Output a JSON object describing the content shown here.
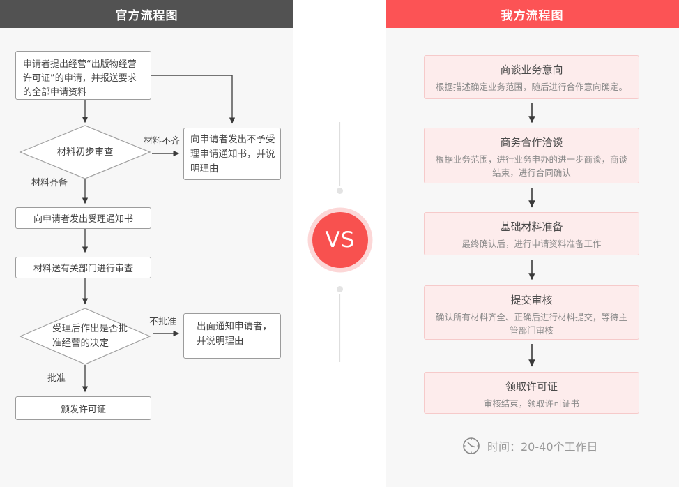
{
  "left_panel": {
    "header": "官方流程图",
    "boxes": {
      "apply": "申请者提出经营“出版物经营许可证”的申请，并报送要求的全部申请资料",
      "notice_reject": "向申请者发出不予受理申请通知书，并说明理由",
      "notice_accept": "向申请者发出受理通知书",
      "review": "材料送有关部门进行审查",
      "decision_reject": "出面通知申请者，并说明理由",
      "issue": "颁发许可证"
    },
    "diamonds": {
      "initial_check": "材料初步审查",
      "approval_decision": "受理后作出是否批准经营的决定"
    },
    "labels": {
      "incomplete": "材料不齐",
      "complete": "材料齐备",
      "not_approved": "不批准",
      "approved": "批准"
    }
  },
  "vs_badge": "VS",
  "right_panel": {
    "header": "我方流程图",
    "steps": [
      {
        "title": "商谈业务意向",
        "desc": "根据描述确定业务范围，随后进行合作意向确定。"
      },
      {
        "title": "商务合作洽谈",
        "desc": "根据业务范围，进行业务申办的进一步商谈，商谈结束，进行合同确认"
      },
      {
        "title": "基础材料准备",
        "desc": "最终确认后，进行申请资料准备工作"
      },
      {
        "title": "提交审核",
        "desc": "确认所有材料齐全、正确后进行材料提交，等待主管部门审核"
      },
      {
        "title": "领取许可证",
        "desc": "审核结束，领取许可证书"
      }
    ],
    "time_note": "时间：20-40个工作日"
  },
  "colors": {
    "header_dark": "#525252",
    "header_red": "#fc5355",
    "vs_red": "#f8514f",
    "vs_ring": "#fcd7d7",
    "panel_bg": "#f7f7f7",
    "pink_box_bg": "#fdecec",
    "pink_box_border": "#f6caca"
  }
}
